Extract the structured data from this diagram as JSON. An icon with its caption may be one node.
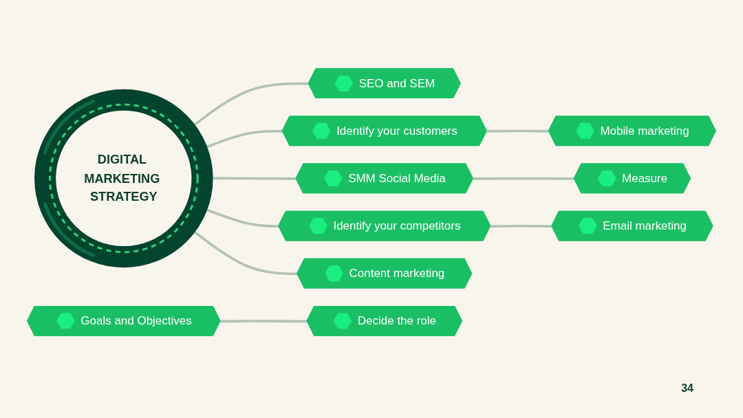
{
  "diagram": {
    "nodes": [
      {
        "text": [
          "DIGITAL MARKETING STRATEGY"
        ]
      },
      {
        "text": [
          "Goals and Objectives"
        ]
      },
      {
        "text": [
          "SEO and SEM"
        ]
      },
      {
        "text": [
          "Identify your customers"
        ]
      },
      {
        "text": [
          "Mobile marketing"
        ]
      },
      {
        "text": [
          "SMM Social Media"
        ]
      },
      {
        "text": [
          "Measure"
        ]
      },
      {
        "text": [
          "Identify your competitors"
        ]
      },
      {
        "text": [
          "Email marketing"
        ]
      },
      {
        "text": [
          "Content marketing"
        ]
      },
      {
        "text": [
          "Decide the role"
        ]
      }
    ],
    "edges": [
      {
        "from": 1,
        "to": 10,
        "arrow": "none"
      },
      {
        "from": 0,
        "to": 2,
        "arrow": "none"
      },
      {
        "from": 0,
        "to": 3,
        "arrow": "none"
      },
      {
        "from": 3,
        "to": 4,
        "arrow": "none"
      },
      {
        "from": 0,
        "to": 5,
        "arrow": "none"
      },
      {
        "from": 5,
        "to": 6,
        "arrow": "none"
      },
      {
        "from": 0,
        "to": 7,
        "arrow": "none"
      },
      {
        "from": 7,
        "to": 8,
        "arrow": "none"
      },
      {
        "from": 0,
        "to": 9,
        "arrow": "none"
      }
    ],
    "labels": [
      "34"
    ]
  }
}
